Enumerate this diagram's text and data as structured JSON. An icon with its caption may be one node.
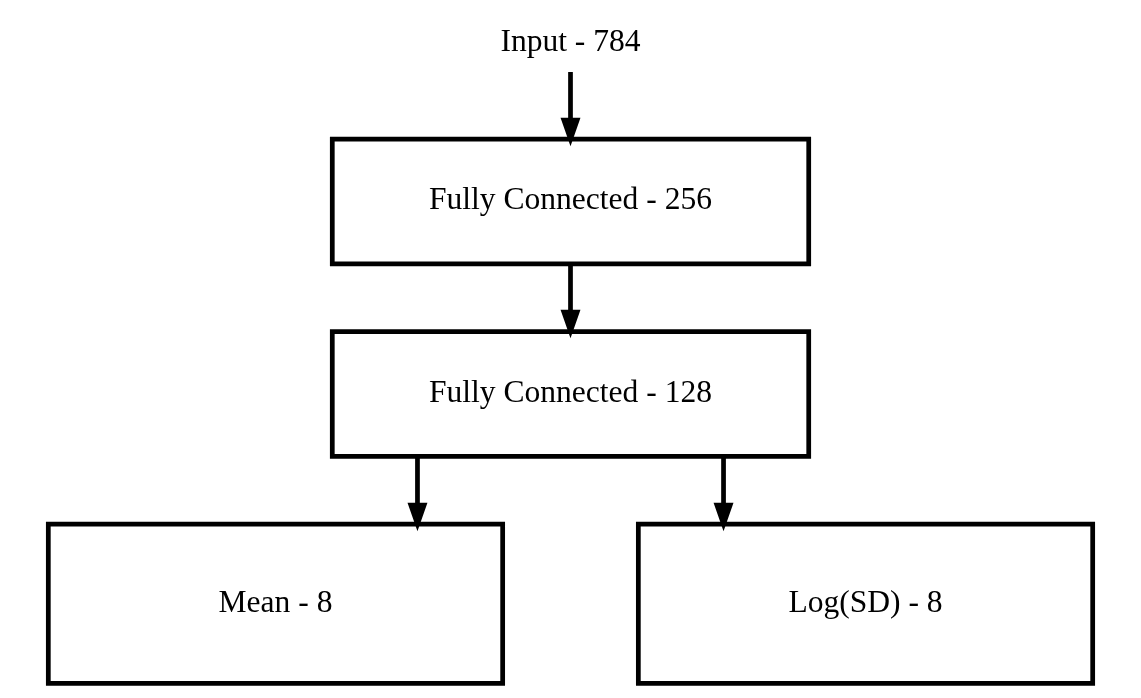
{
  "diagram": {
    "nodes": [
      {
        "text": [
          "Input - 784"
        ]
      },
      {
        "text": [
          "Fully Connected - 256"
        ]
      },
      {
        "text": [
          "Fully Connected - 128"
        ]
      },
      {
        "text": [
          "Mean - 8"
        ]
      },
      {
        "text": [
          "Log(SD) - 8"
        ]
      }
    ],
    "edges": [
      {
        "from": 0,
        "to": 1,
        "arrow": "to"
      },
      {
        "from": 1,
        "to": 2,
        "arrow": "to"
      },
      {
        "from": 2,
        "to": 3,
        "arrow": "to"
      },
      {
        "from": 2,
        "to": 4,
        "arrow": "to"
      }
    ]
  }
}
